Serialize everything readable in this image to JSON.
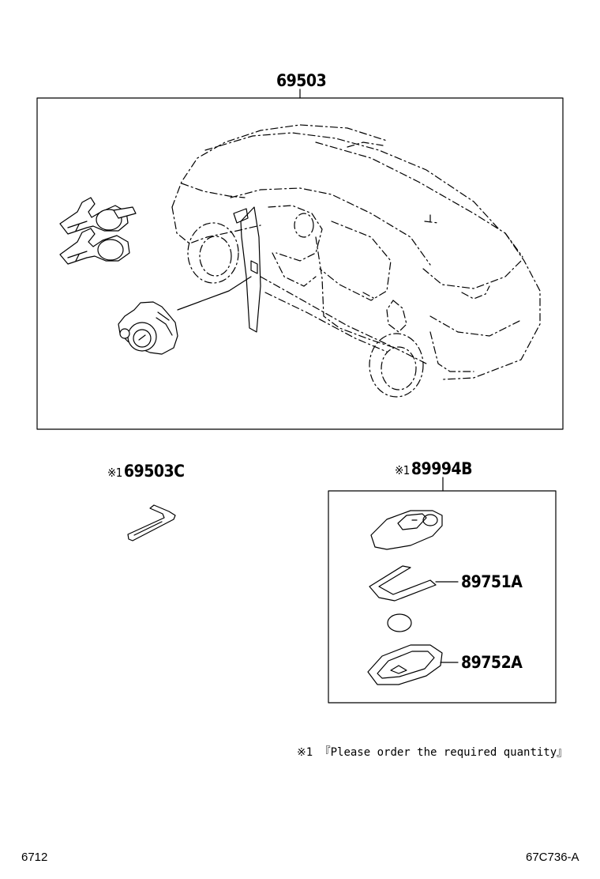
{
  "labels": {
    "main_kit": "69503",
    "key_blade": "69503C",
    "transmitter_assy": "89994B",
    "cover": "89751A",
    "case": "89752A"
  },
  "marker": "※1",
  "note": "※1 『Please order the required quantity』",
  "footer": {
    "left": "6712",
    "right": "67C736-A"
  }
}
